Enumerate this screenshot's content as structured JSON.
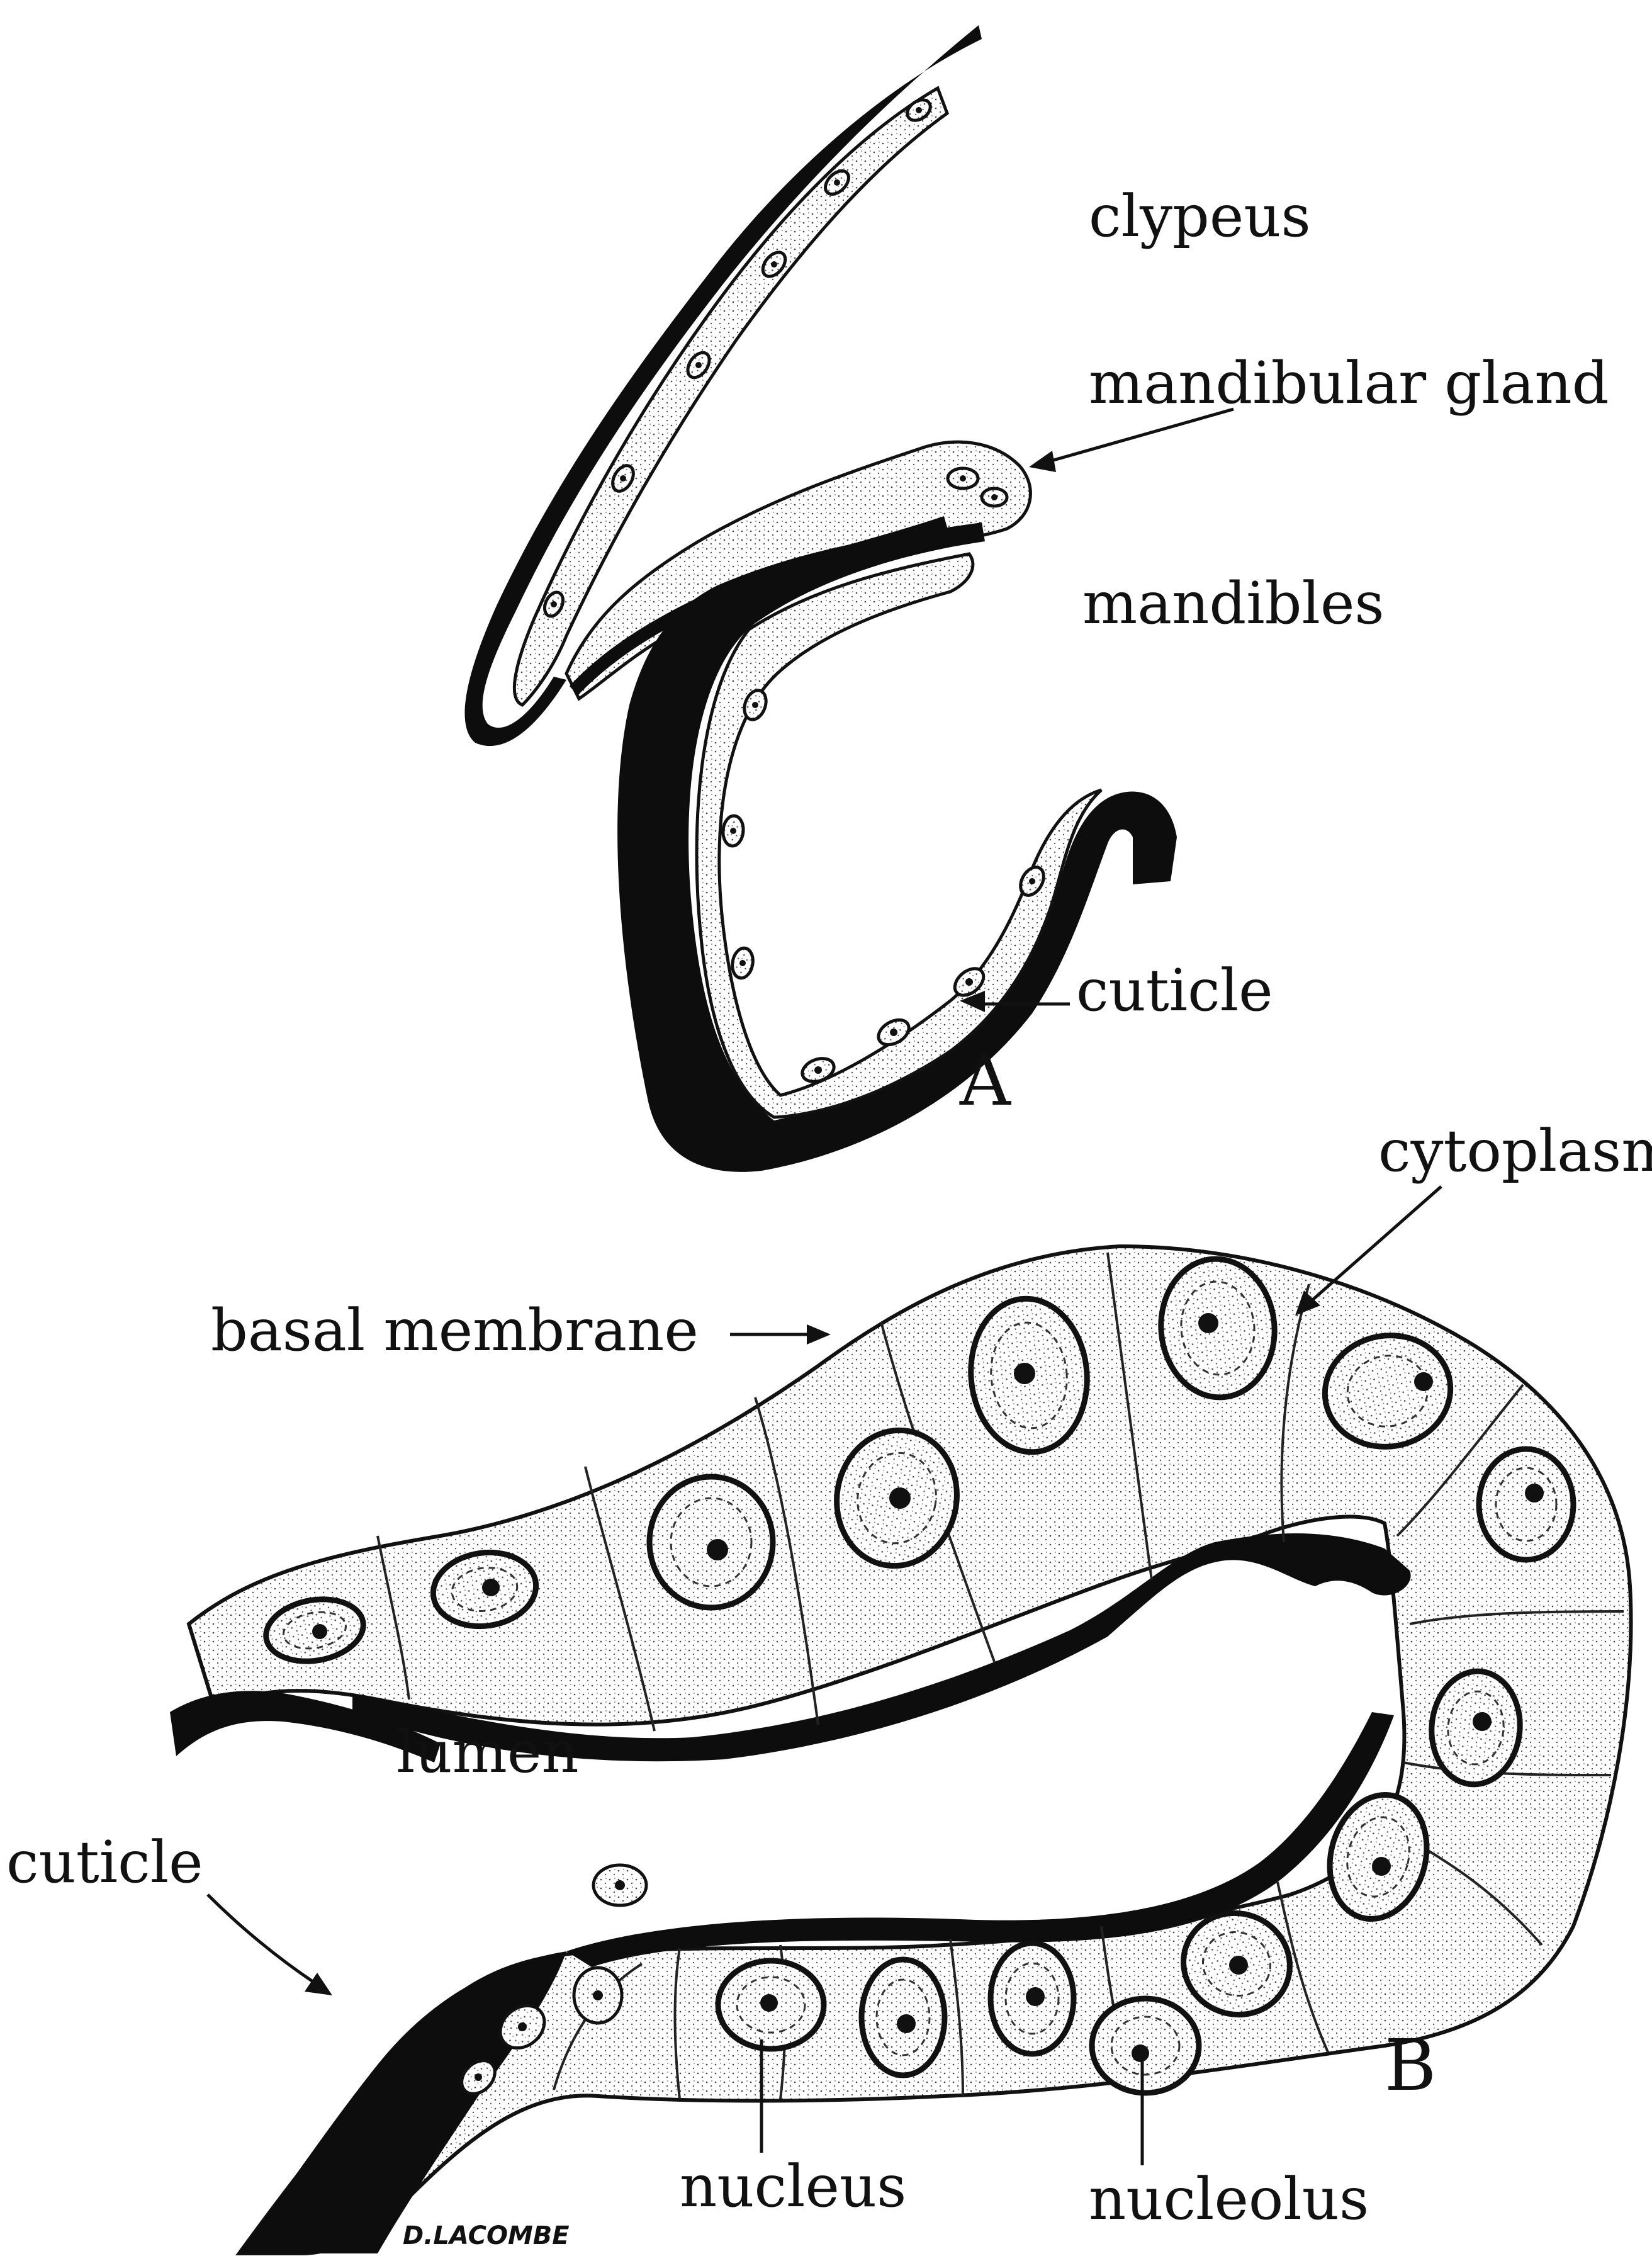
{
  "figure": {
    "panel_a": {
      "panel_letter": "A",
      "labels": {
        "clypeus": "clypeus",
        "mandibular_gland": "mandibular gland",
        "mandibles": "mandibles",
        "cuticle": "cuticle"
      }
    },
    "panel_b": {
      "panel_letter": "B",
      "labels": {
        "cytoplasm": "cytoplasm",
        "basal_membrane": "basal membrane",
        "lumen": "lumen",
        "cuticle": "cuticle",
        "nucleus": "nucleus",
        "nucleolus": "nucleolus"
      }
    },
    "signature": "D.LACOMBE"
  }
}
